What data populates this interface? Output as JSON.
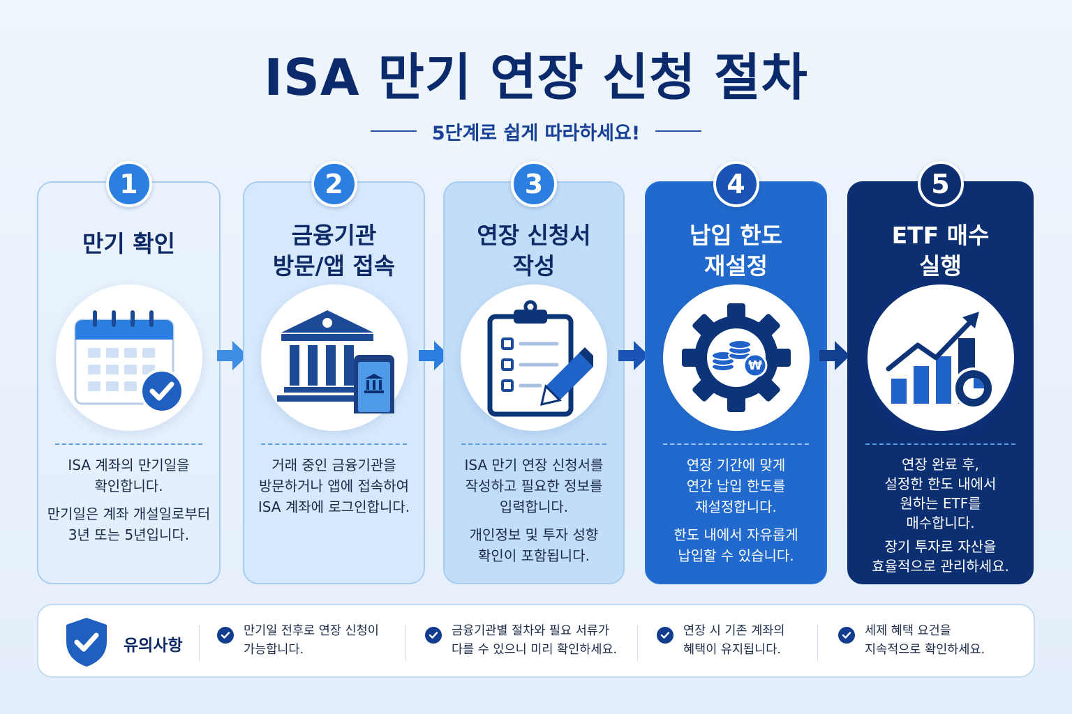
{
  "title": "ISA 만기 연장 신청 절차",
  "subtitle": "5단계로 쉽게 따라하세요!",
  "steps": [
    {
      "number": "1",
      "title_lines": [
        "만기 확인"
      ],
      "icon": "calendar-check-icon",
      "desc_main": [
        "ISA 계좌의 만기일을",
        "확인합니다."
      ],
      "desc_sub": [
        "만기일은 계좌 개설일로부터",
        "3년 또는 5년입니다."
      ]
    },
    {
      "number": "2",
      "title_lines": [
        "금융기관",
        "방문/앱 접속"
      ],
      "icon": "bank-mobile-icon",
      "desc_main": [
        "거래 중인 금융기관을",
        "방문하거나 앱에 접속하여",
        "ISA 계좌에 로그인합니다."
      ],
      "desc_sub": []
    },
    {
      "number": "3",
      "title_lines": [
        "연장 신청서",
        "작성"
      ],
      "icon": "clipboard-pencil-icon",
      "desc_main": [
        "ISA 만기 연장 신청서를",
        "작성하고 필요한 정보를",
        "입력합니다."
      ],
      "desc_sub": [
        "개인정보 및 투자 성향",
        "확인이 포함됩니다."
      ]
    },
    {
      "number": "4",
      "title_lines": [
        "납입 한도",
        "재설정"
      ],
      "icon": "gear-coins-icon",
      "desc_main": [
        "연장 기간에 맞게",
        "연간 납입 한도를",
        "재설정합니다."
      ],
      "desc_sub": [
        "한도 내에서 자유롭게",
        "납입할 수 있습니다."
      ]
    },
    {
      "number": "5",
      "title_lines": [
        "ETF 매수",
        "실행"
      ],
      "icon": "growth-chart-icon",
      "desc_main": [
        "연장 완료 후,",
        "설정한 한도 내에서",
        "원하는 ETF를",
        "매수합니다."
      ],
      "desc_sub": [
        "장기 투자로 자산을",
        "효율적으로 관리하세요."
      ]
    }
  ],
  "notice": {
    "label": "유의사항",
    "items": [
      [
        "만기일 전후로 연장 신청이",
        "가능합니다."
      ],
      [
        "금융기관별 절차와 필요 서류가",
        "다를 수 있으니 미리 확인하세요."
      ],
      [
        "연장 시 기존 계좌의",
        "혜택이 유지됩니다."
      ],
      [
        "세제 혜택 요건을",
        "지속적으로 확인하세요."
      ]
    ]
  },
  "won_symbol": "₩",
  "colors": {
    "navy": "#0c2f72",
    "blue": "#2169cc",
    "accent": "#2a7fe0",
    "light": "#d6e8fb"
  }
}
